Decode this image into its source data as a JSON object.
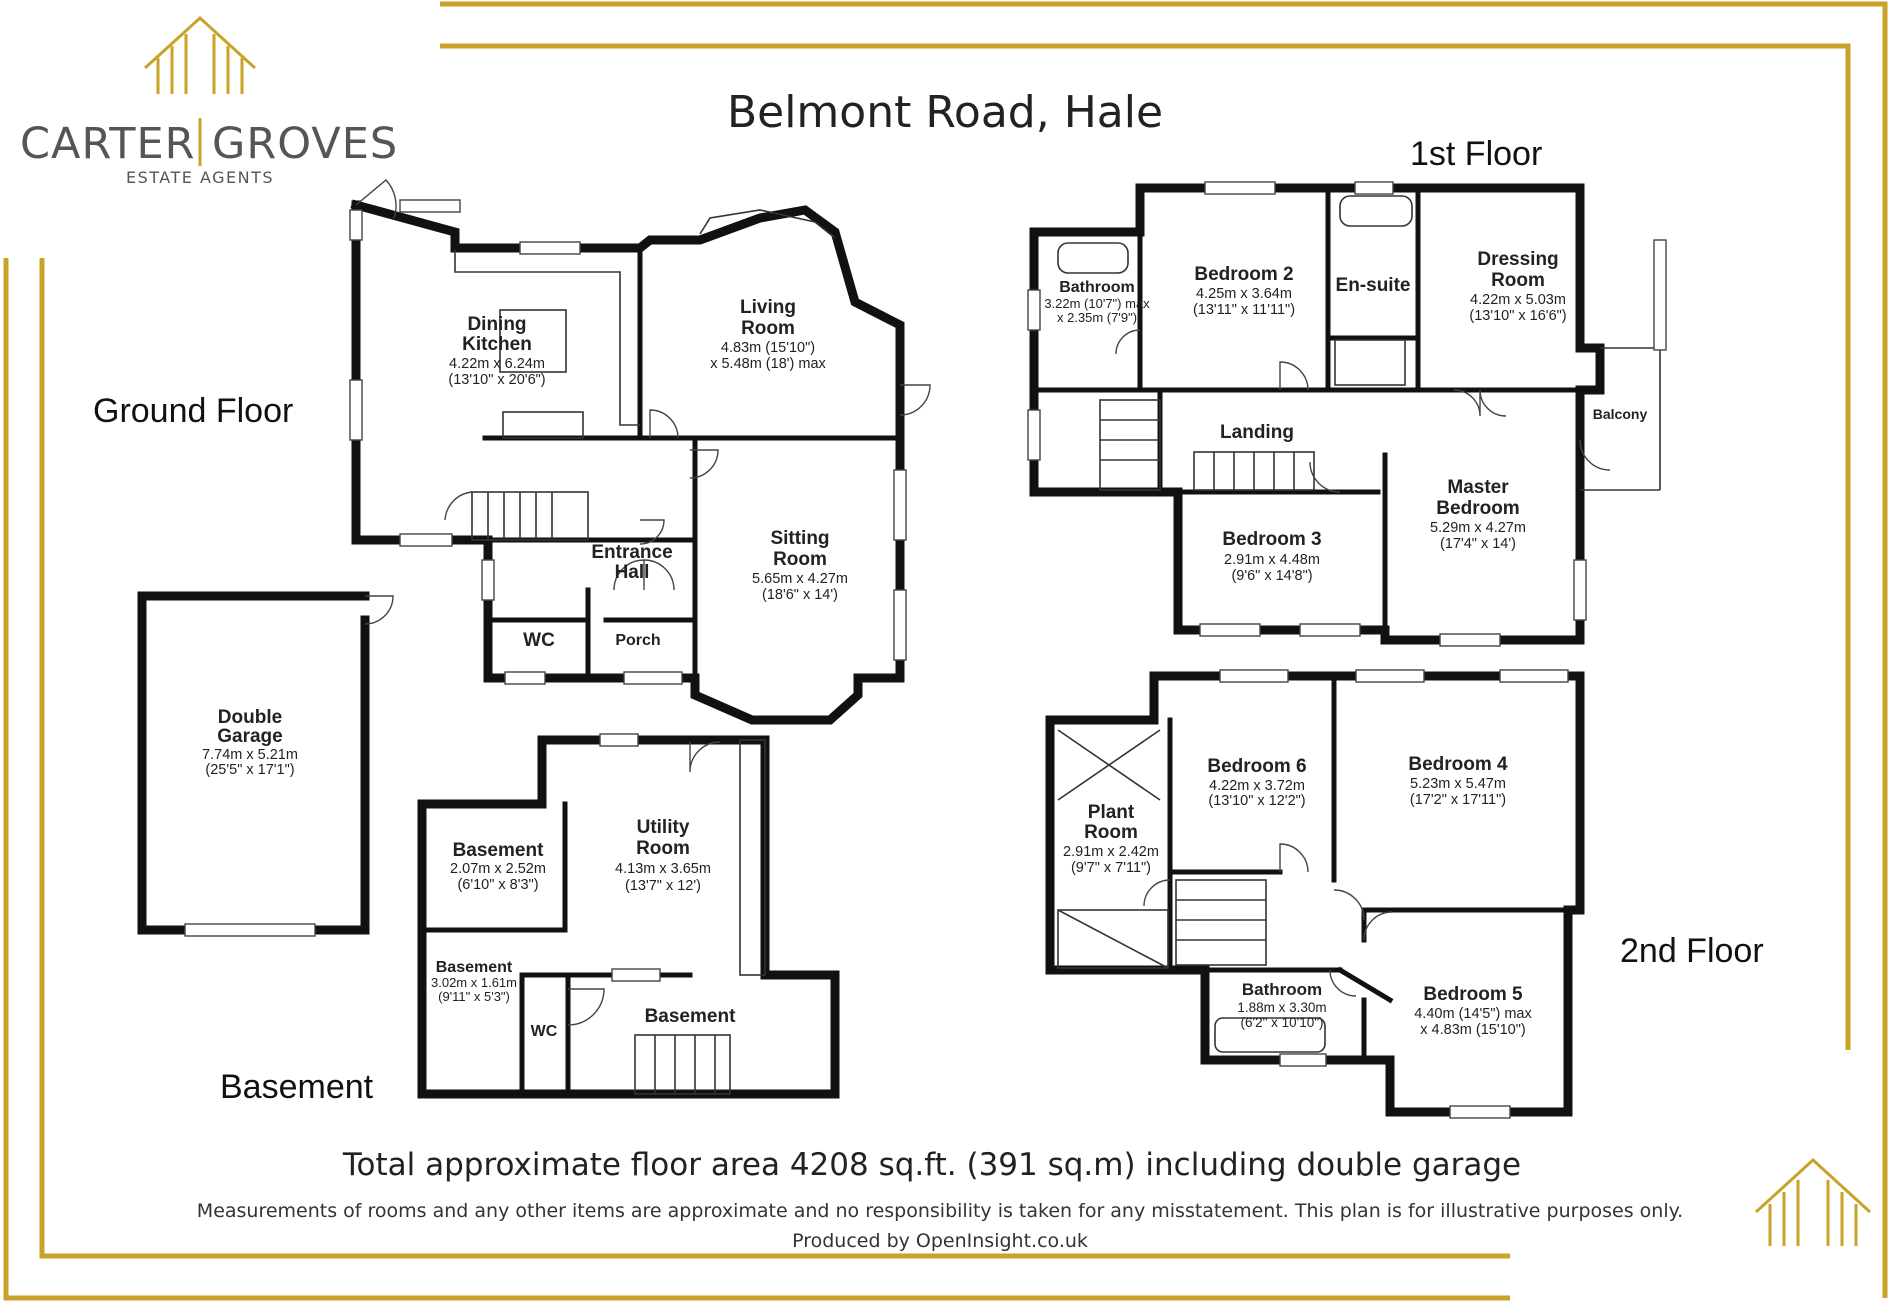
{
  "brand": {
    "name_left": "CARTER",
    "name_right": "GROVES",
    "tagline": "ESTATE AGENTS",
    "accent_color": "#c9a227"
  },
  "title": "Belmont Road, Hale",
  "floors": {
    "ground": "Ground Floor",
    "first": "1st Floor",
    "second": "2nd Floor",
    "basement": "Basement"
  },
  "rooms": {
    "dining_kitchen": {
      "name1": "Dining",
      "name2": "Kitchen",
      "dim1": "4.22m x 6.24m",
      "dim2": "(13'10\" x 20'6\")"
    },
    "living_room": {
      "name1": "Living",
      "name2": "Room",
      "dim1": "4.83m (15'10\")",
      "dim2": "x 5.48m (18') max"
    },
    "entrance_hall": {
      "name1": "Entrance",
      "name2": "Hall"
    },
    "sitting_room": {
      "name1": "Sitting",
      "name2": "Room",
      "dim1": "5.65m x 4.27m",
      "dim2": "(18'6\" x 14')"
    },
    "wc_ground": {
      "name": "WC"
    },
    "porch": {
      "name": "Porch"
    },
    "double_garage": {
      "name1": "Double",
      "name2": "Garage",
      "dim1": "7.74m x 5.21m",
      "dim2": "(25'5\" x 17'1\")"
    },
    "basement_store_1": {
      "name": "Basement",
      "dim1": "2.07m x 2.52m",
      "dim2": "(6'10\" x 8'3\")"
    },
    "utility_room": {
      "name1": "Utility",
      "name2": "Room",
      "dim1": "4.13m x 3.65m",
      "dim2": "(13'7\" x 12')"
    },
    "basement_store_2": {
      "name": "Basement",
      "dim1": "3.02m x 1.61m",
      "dim2": "(9'11\" x 5'3\")"
    },
    "wc_basement": {
      "name": "WC"
    },
    "basement_main": {
      "name": "Basement"
    },
    "bathroom_first": {
      "name": "Bathroom",
      "dim1": "3.22m (10'7\") max",
      "dim2": "x 2.35m (7'9\")"
    },
    "bedroom_2": {
      "name": "Bedroom 2",
      "dim1": "4.25m x 3.64m",
      "dim2": "(13'11\" x 11'11\")"
    },
    "en_suite": {
      "name": "En-suite"
    },
    "dressing_room": {
      "name1": "Dressing",
      "name2": "Room",
      "dim1": "4.22m x 5.03m",
      "dim2": "(13'10\" x 16'6\")"
    },
    "landing": {
      "name": "Landing"
    },
    "balcony": {
      "name": "Balcony"
    },
    "master_bedroom": {
      "name1": "Master",
      "name2": "Bedroom",
      "dim1": "5.29m x 4.27m",
      "dim2": "(17'4\" x 14')"
    },
    "bedroom_3": {
      "name": "Bedroom 3",
      "dim1": "2.91m x 4.48m",
      "dim2": "(9'6\" x 14'8\")"
    },
    "bedroom_6": {
      "name": "Bedroom 6",
      "dim1": "4.22m x 3.72m",
      "dim2": "(13'10\" x 12'2\")"
    },
    "bedroom_4": {
      "name": "Bedroom 4",
      "dim1": "5.23m x 5.47m",
      "dim2": "(17'2\" x 17'11\")"
    },
    "plant_room": {
      "name1": "Plant",
      "name2": "Room",
      "dim1": "2.91m x 2.42m",
      "dim2": "(9'7\" x 7'11\")"
    },
    "bathroom_second": {
      "name": "Bathroom",
      "dim1": "1.88m x 3.30m",
      "dim2": "(6'2\" x 10'10\")"
    },
    "bedroom_5": {
      "name": "Bedroom 5",
      "dim1": "4.40m (14'5\") max",
      "dim2": "x 4.83m (15'10\")"
    }
  },
  "footer": {
    "total_area": "Total approximate floor area 4208 sq.ft. (391 sq.m) including double garage",
    "disclaimer": "Measurements of rooms and any other items are approximate and no responsibility is taken for any misstatement. This plan is for illustrative purposes only.",
    "producer": "Produced by OpenInsight.co.uk"
  }
}
